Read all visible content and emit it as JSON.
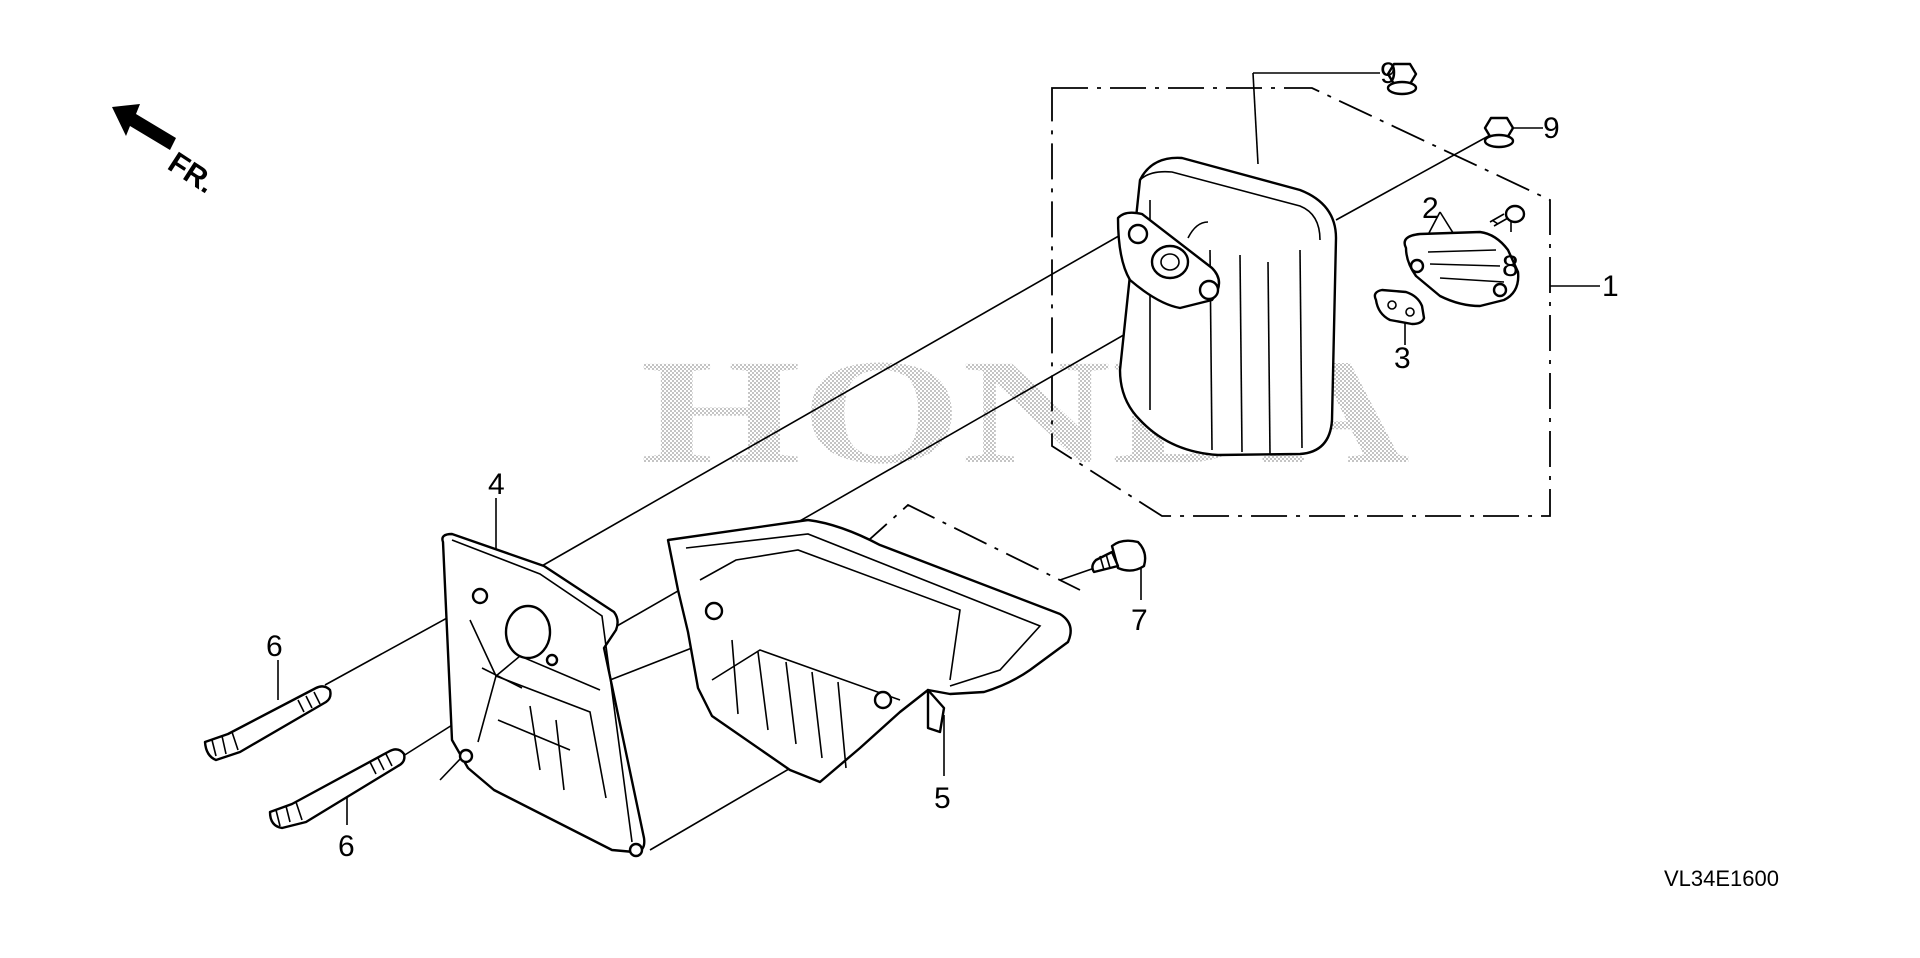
{
  "direction": {
    "label": "FR.",
    "icon": "front-direction-arrow-icon"
  },
  "watermark": "HONDA",
  "diagram_code": "VL34E1600",
  "callouts": [
    {
      "id": "1",
      "text": "1"
    },
    {
      "id": "2",
      "text": "2"
    },
    {
      "id": "3",
      "text": "3"
    },
    {
      "id": "4",
      "text": "4"
    },
    {
      "id": "5",
      "text": "5"
    },
    {
      "id": "6a",
      "text": "6"
    },
    {
      "id": "6b",
      "text": "6"
    },
    {
      "id": "7",
      "text": "7"
    },
    {
      "id": "8",
      "text": "8"
    },
    {
      "id": "9a",
      "text": "9"
    },
    {
      "id": "9b",
      "text": "9"
    }
  ]
}
